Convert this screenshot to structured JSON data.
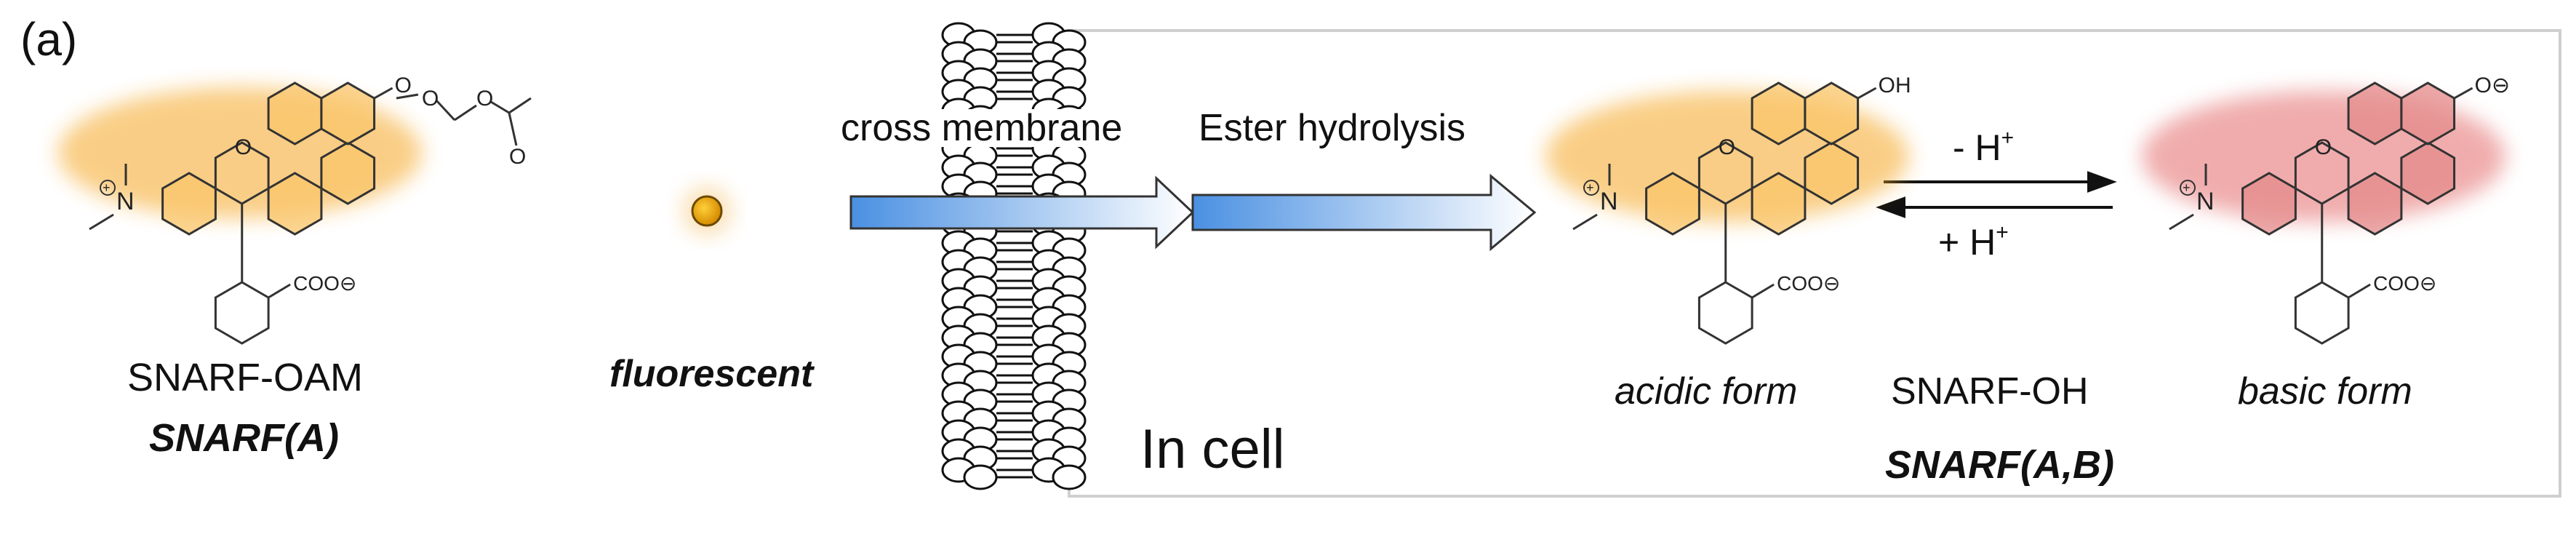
{
  "panel_label": "(a)",
  "left_molecule": {
    "name": "SNARF-OAM",
    "label": "SNARF(A)",
    "charge_label": "COO⊖",
    "glow_color": "#f5a623"
  },
  "dye_particle": {
    "label": "fluorescent",
    "color": "#e8a20a"
  },
  "membrane": {
    "label": "cross membrane"
  },
  "hydrolysis": {
    "label": "Ester hydrolysis"
  },
  "cell": {
    "label": "In cell"
  },
  "acidic_molecule": {
    "label": "acidic form",
    "oh_label": "OH",
    "charge_label": "COO⊖",
    "glow_color": "#f5a623"
  },
  "equilibrium": {
    "forward_label": "- H",
    "reverse_label": "+ H",
    "sup": "+"
  },
  "center_name": "SNARF-OH",
  "center_label": "SNARF(A,B)",
  "basic_molecule": {
    "label": "basic form",
    "charge_label": "COO⊖",
    "glow_color": "#e46a6a"
  },
  "colors": {
    "arrow_start": "#4a90e2",
    "arrow_end": "#ffffff",
    "box_border": "#cfcfcf"
  }
}
